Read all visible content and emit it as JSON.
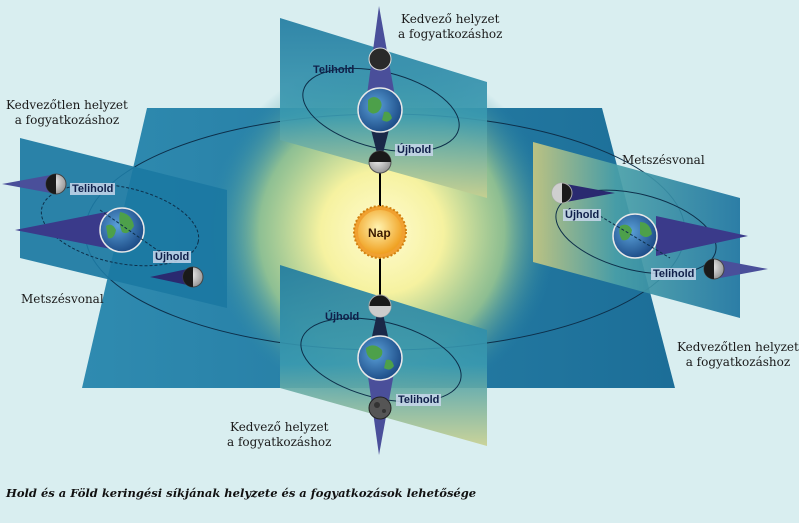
{
  "sun": {
    "label": "Nap"
  },
  "labels": {
    "top_fav_line1": "Kedvező helyzet",
    "top_fav_line2": "a fogyatkozáshoz",
    "left_unfav_line1": "Kedvezőtlen helyzet",
    "left_unfav_line2": "a fogyatkozáshoz",
    "right_cross": "Metszésvonal",
    "left_cross": "Metszésvonal",
    "right_unfav_line1": "Kedvezőtlen helyzet",
    "right_unfav_line2": "a fogyatkozáshoz",
    "bottom_fav_line1": "Kedvező helyzet",
    "bottom_fav_line2": "a fogyatkozáshoz"
  },
  "moon_tags": {
    "top_full": "Telihold",
    "top_new": "Újhold",
    "left_full": "Telihold",
    "left_new": "Újhold",
    "right_new": "Újhold",
    "right_full": "Telihold",
    "bottom_new": "Újhold",
    "bottom_full": "Telihold"
  },
  "caption": "Hold és a Föld keringési síkjának helyzete és a fogyatkozások lehetősége",
  "colors": {
    "plane": "#1f7fa8",
    "plane_dark": "#15557e",
    "cone": "#4a4f9a",
    "sun_core": "#f4d060",
    "earth_ocean": "#3a78b8",
    "earth_land": "#4da04a"
  }
}
